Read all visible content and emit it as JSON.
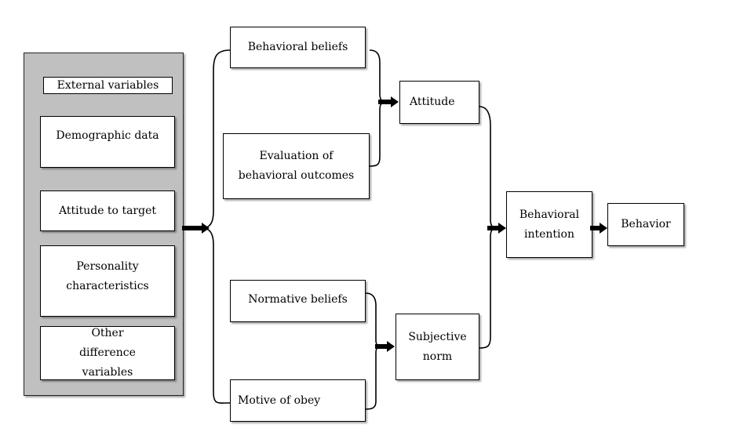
{
  "diagram": {
    "external": {
      "title": "External variables",
      "items": [
        "Demographic data",
        "Attitude to target",
        "Personality characteristics",
        "Other difference variables"
      ]
    },
    "behavioral_beliefs": "Behavioral beliefs",
    "evaluation_outcomes": "Evaluation of behavioral outcomes",
    "attitude": "Attitude",
    "normative_beliefs": "Normative beliefs",
    "motive_obey": "Motive of obey",
    "subjective_norm": "Subjective norm",
    "behavioral_intention": "Behavioral intention",
    "behavior": "Behavior"
  },
  "colors": {
    "panel_bg": "#c0c0c0",
    "box_border": "#000000",
    "line": "#000000"
  }
}
